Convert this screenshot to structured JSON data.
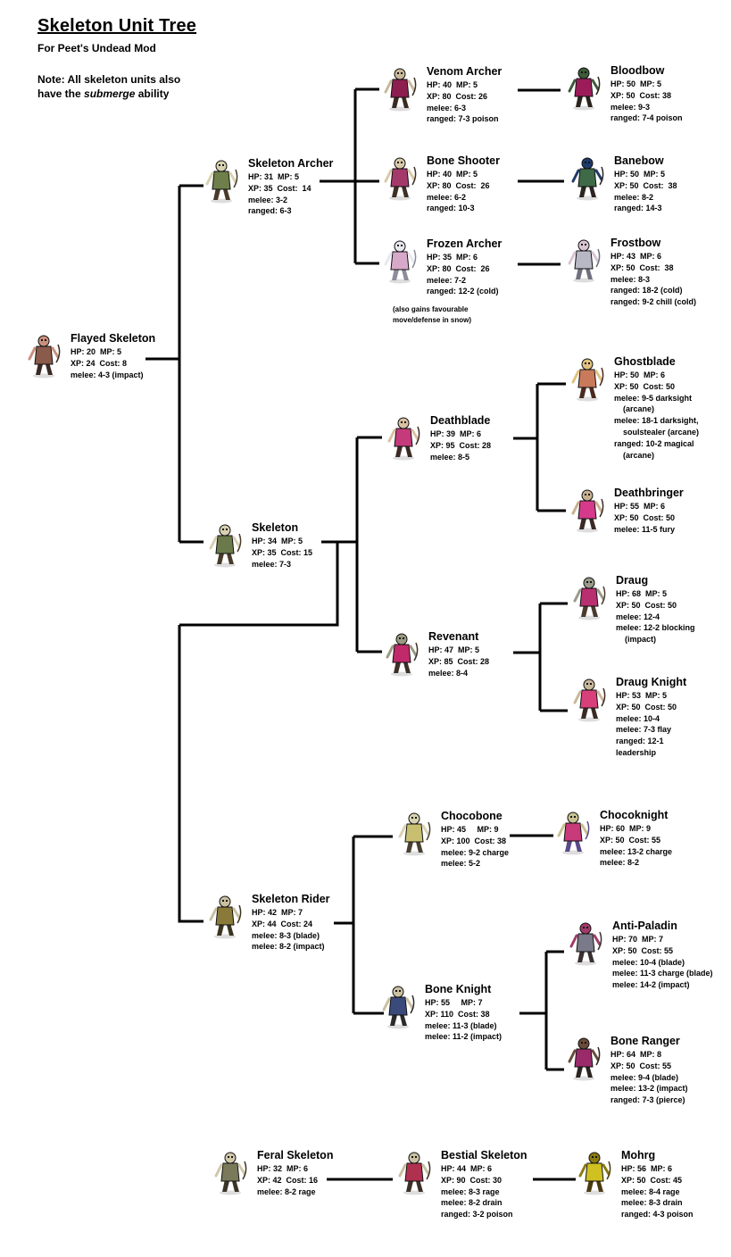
{
  "title": "Skeleton Unit Tree",
  "subtitle": "For Peet's Undead Mod",
  "note": {
    "before": "Note: All skeleton units also",
    "line2_before": "have the ",
    "ability": "submerge",
    "line2_after": " ability"
  },
  "units": {
    "flayed_skeleton": {
      "name": "Flayed Skeleton",
      "stats": [
        "HP: 20  MP: 5",
        "XP: 24  Cost: 8",
        "melee: 4-3 (impact)"
      ],
      "palette": [
        "#8a5a4a",
        "#c98f7d",
        "#3b2a24"
      ]
    },
    "skeleton_archer": {
      "name": "Skeleton Archer",
      "stats": [
        "HP: 31  MP: 5",
        "XP: 35  Cost:  14",
        "melee: 3-2",
        "ranged: 6-3"
      ],
      "palette": [
        "#6e7f4a",
        "#d9d2b0",
        "#4a3a2a"
      ]
    },
    "venom_archer": {
      "name": "Venom Archer",
      "stats": [
        "HP: 40  MP: 5",
        "XP: 80  Cost: 26",
        "melee: 6-3",
        "ranged: 7-3 poison"
      ],
      "palette": [
        "#8c1f4f",
        "#c8b89a",
        "#3a2b22"
      ]
    },
    "bloodbow": {
      "name": "Bloodbow",
      "stats": [
        "HP: 50  MP: 5",
        "XP: 50  Cost: 38",
        "melee: 9-3",
        "ranged: 7-4 poison"
      ],
      "palette": [
        "#9c1c5a",
        "#3e5a3a",
        "#2a221c"
      ]
    },
    "bone_shooter": {
      "name": "Bone Shooter",
      "stats": [
        "HP: 40  MP: 5",
        "XP: 80  Cost:  26",
        "melee: 6-2",
        "ranged: 10-3"
      ],
      "palette": [
        "#a33a6a",
        "#d8c9a8",
        "#3d2f25"
      ]
    },
    "banebow": {
      "name": "Banebow",
      "stats": [
        "HP: 50  MP: 5",
        "XP: 50  Cost:  38",
        "melee: 8-2",
        "ranged: 14-3"
      ],
      "palette": [
        "#3f6a48",
        "#1f3a6a",
        "#2b2420"
      ]
    },
    "frozen_archer": {
      "name": "Frozen Archer",
      "stats": [
        "HP: 35  MP: 6",
        "XP: 80  Cost:  26",
        "melee: 7-2",
        "ranged: 12-2 (cold)"
      ],
      "extra": [
        "(also gains favourable",
        "move/defense in snow)"
      ],
      "palette": [
        "#d7a9c9",
        "#e8e8ef",
        "#8c8c9a"
      ]
    },
    "frostbow": {
      "name": "Frostbow",
      "stats": [
        "HP: 43  MP: 6",
        "XP: 50  Cost:  38",
        "melee: 8-3",
        "ranged: 18-2 (cold)",
        "ranged: 9-2 chill (cold)"
      ],
      "palette": [
        "#b8b8c4",
        "#d9c4d4",
        "#707080"
      ]
    },
    "ghostblade": {
      "name": "Ghostblade",
      "stats": [
        "HP: 50  MP: 6",
        "XP: 50  Cost: 50",
        "melee: 9-5 darksight",
        "    (arcane)",
        "melee: 18-1 darksight,",
        "    soulstealer (arcane)",
        "ranged: 10-2 magical",
        "    (arcane)"
      ],
      "palette": [
        "#c87a5a",
        "#e0c080",
        "#4a2a20"
      ]
    },
    "deathblade": {
      "name": "Deathblade",
      "stats": [
        "HP: 39  MP: 6",
        "XP: 95  Cost: 28",
        "melee: 8-5"
      ],
      "palette": [
        "#c43a7a",
        "#d9c0a0",
        "#3b2a22"
      ]
    },
    "deathbringer": {
      "name": "Deathbringer",
      "stats": [
        "HP: 55  MP: 6",
        "XP: 50  Cost: 50",
        "melee: 11-5 fury"
      ],
      "palette": [
        "#d63a8a",
        "#c8b090",
        "#3a2a24"
      ]
    },
    "skeleton": {
      "name": "Skeleton",
      "stats": [
        "HP: 34  MP: 5",
        "XP: 35  Cost: 15",
        "melee: 7-3"
      ],
      "palette": [
        "#6a7a4a",
        "#d8d0b0",
        "#4a3a2a"
      ]
    },
    "draug": {
      "name": "Draug",
      "stats": [
        "HP: 68  MP: 5",
        "XP: 50  Cost: 50",
        "melee: 12-4",
        "melee: 12-2 blocking",
        "    (impact)"
      ],
      "palette": [
        "#b83070",
        "#9a9a8a",
        "#4a3a2e"
      ]
    },
    "revenant": {
      "name": "Revenant",
      "stats": [
        "HP: 47  MP: 5",
        "XP: 85  Cost: 28",
        "melee: 8-4"
      ],
      "palette": [
        "#c02a6a",
        "#9a9a82",
        "#3c3026"
      ]
    },
    "draug_knight": {
      "name": "Draug Knight",
      "stats": [
        "HP: 53  MP: 5",
        "XP: 50  Cost: 50",
        "melee: 10-4",
        "melee: 7-3 flay",
        "ranged: 12-1",
        "leadership"
      ],
      "palette": [
        "#d8407a",
        "#c8b89a",
        "#3a2a22"
      ]
    },
    "chocobone": {
      "name": "Chocobone",
      "stats": [
        "HP: 45     MP: 9",
        "XP: 100  Cost: 38",
        "melee: 9-2 charge",
        "melee: 5-2"
      ],
      "palette": [
        "#c8c070",
        "#d9d2b0",
        "#4a4030"
      ]
    },
    "chocoknight": {
      "name": "Chocoknight",
      "stats": [
        "HP: 60  MP: 9",
        "XP: 50  Cost: 55",
        "melee: 13-2 charge",
        "melee: 8-2"
      ],
      "palette": [
        "#c83a7a",
        "#c8c090",
        "#5a4a8a"
      ]
    },
    "skeleton_rider": {
      "name": "Skeleton Rider",
      "stats": [
        "HP: 42  MP: 7",
        "XP: 44  Cost: 24",
        "melee: 8-3 (blade)",
        "melee: 8-2 (impact)"
      ],
      "palette": [
        "#8a7a3a",
        "#c8c0a0",
        "#3a3420"
      ]
    },
    "anti_paladin": {
      "name": "Anti-Paladin",
      "stats": [
        "HP: 70  MP: 7",
        "XP: 50  Cost: 55",
        "melee: 10-4 (blade)",
        "melee: 11-3 charge (blade)",
        "melee: 14-2 (impact)"
      ],
      "palette": [
        "#7a7a8a",
        "#a03a6a",
        "#3a3030"
      ]
    },
    "bone_knight": {
      "name": "Bone Knight",
      "stats": [
        "HP: 55     MP: 7",
        "XP: 110  Cost: 38",
        "melee: 11-3 (blade)",
        "melee: 11-2 (impact)"
      ],
      "palette": [
        "#3a4a7a",
        "#c8c0a0",
        "#2a2a2a"
      ]
    },
    "bone_ranger": {
      "name": "Bone Ranger",
      "stats": [
        "HP: 64  MP: 8",
        "XP: 50  Cost: 55",
        "melee: 9-4 (blade)",
        "melee: 13-2 (impact)",
        "ranged: 7-3 (pierce)"
      ],
      "palette": [
        "#9a2a6a",
        "#6a4a3a",
        "#2a2420"
      ]
    },
    "feral_skeleton": {
      "name": "Feral Skeleton",
      "stats": [
        "HP: 32  MP: 6",
        "XP: 42  Cost: 16",
        "melee: 8-2 rage"
      ],
      "palette": [
        "#7a7a5a",
        "#d0c8a8",
        "#3a3428"
      ]
    },
    "bestial_skeleton": {
      "name": "Bestial Skeleton",
      "stats": [
        "HP: 44  MP: 6",
        "XP: 90  Cost: 30",
        "melee: 8-3 rage",
        "melee: 8-2 drain",
        "ranged: 3-2 poison"
      ],
      "palette": [
        "#b03050",
        "#c8c0a0",
        "#3a3028"
      ]
    },
    "mohrg": {
      "name": "Mohrg",
      "stats": [
        "HP: 56  MP: 6",
        "XP: 50  Cost: 45",
        "melee: 8-4 rage",
        "melee: 8-3 drain",
        "ranged: 4-3 poison"
      ],
      "palette": [
        "#d0c020",
        "#8a7a10",
        "#4a3a10"
      ]
    }
  }
}
